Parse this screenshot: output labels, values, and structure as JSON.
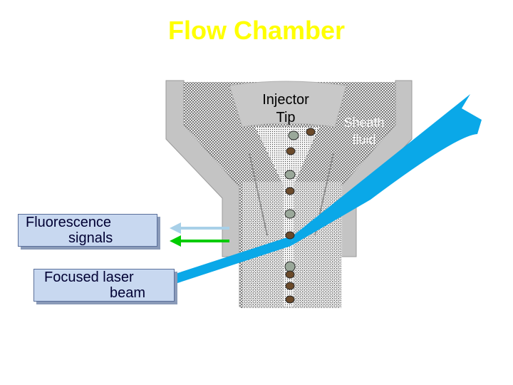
{
  "title": "Flow Chamber",
  "labels": {
    "injector_line1": "Injector",
    "injector_line2": "Tip",
    "sheath_line1": "Sheath",
    "sheath_line2": "fluid",
    "fluorescence_line1": "Fluorescence",
    "fluorescence_line2": "signals",
    "laser_line1": "Focused laser",
    "laser_line2": "beam"
  },
  "colors": {
    "title": "#ffff00",
    "chamber_wall": "#c0c0c0",
    "laser": "#0aa8e8",
    "signal_green": "#00cc00",
    "signal_lightblue": "#a8d0e8",
    "label_box": "#c8d8f0"
  }
}
